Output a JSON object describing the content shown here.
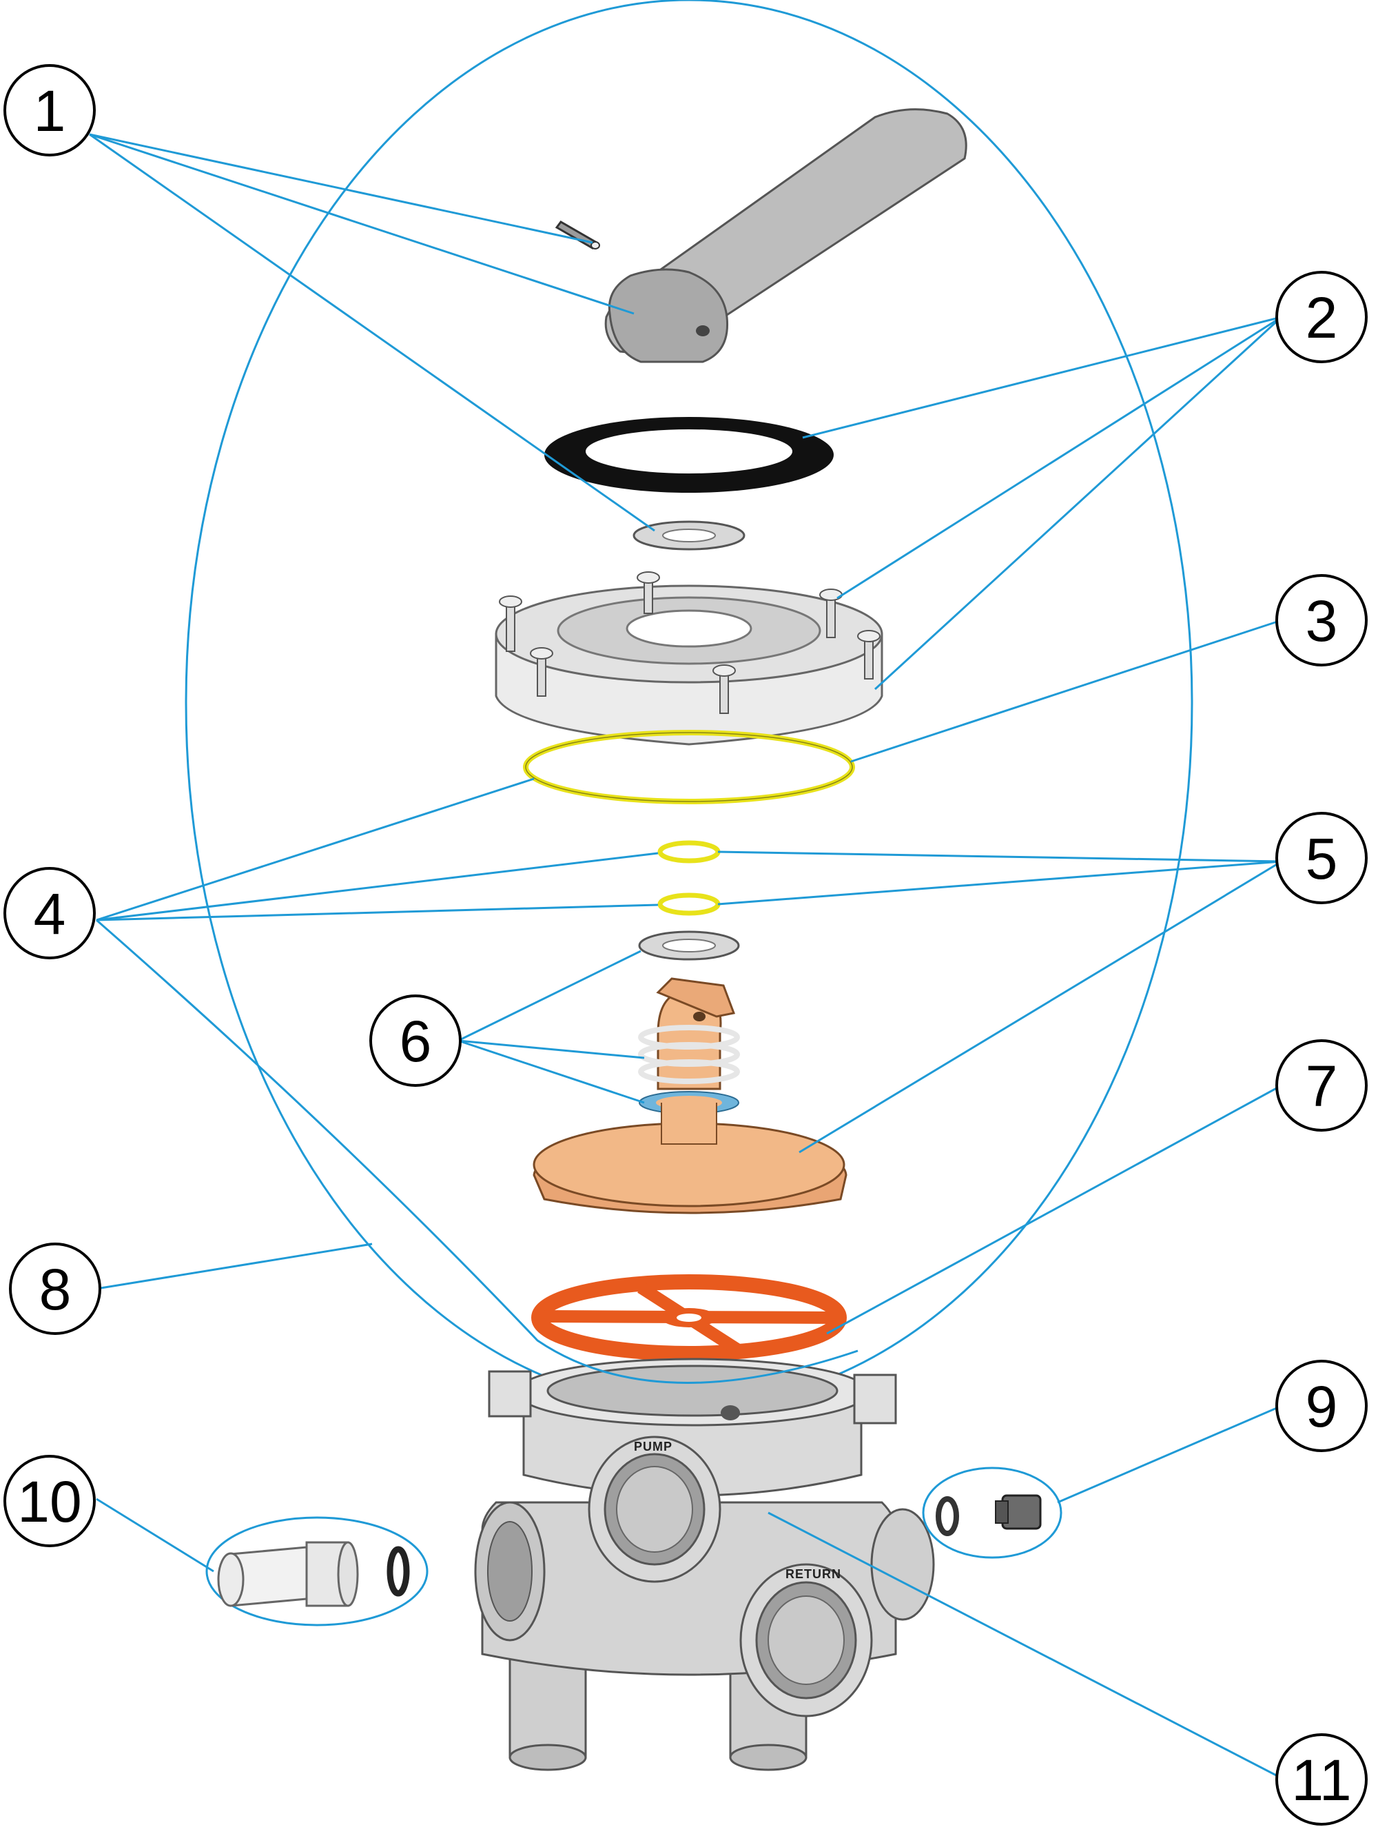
{
  "diagram": {
    "callouts": [
      {
        "id": "1",
        "label": "1"
      },
      {
        "id": "2",
        "label": "2"
      },
      {
        "id": "3",
        "label": "3"
      },
      {
        "id": "4",
        "label": "4"
      },
      {
        "id": "5",
        "label": "5"
      },
      {
        "id": "6",
        "label": "6"
      },
      {
        "id": "7",
        "label": "7"
      },
      {
        "id": "8",
        "label": "8"
      },
      {
        "id": "9",
        "label": "9"
      },
      {
        "id": "10",
        "label": "10"
      },
      {
        "id": "11",
        "label": "11"
      }
    ],
    "port_labels": {
      "pump": "PUMP",
      "return": "RETURN"
    },
    "colors": {
      "leader": "#1f9ad6",
      "handle": "#b9b9b9",
      "gasket_black": "#111111",
      "washer": "#d8d8d8",
      "oring_yellow": "#e8e21a",
      "rotor": "#f2b887",
      "star_gasket": "#e85a1e",
      "body": "#d4d4d4"
    }
  }
}
